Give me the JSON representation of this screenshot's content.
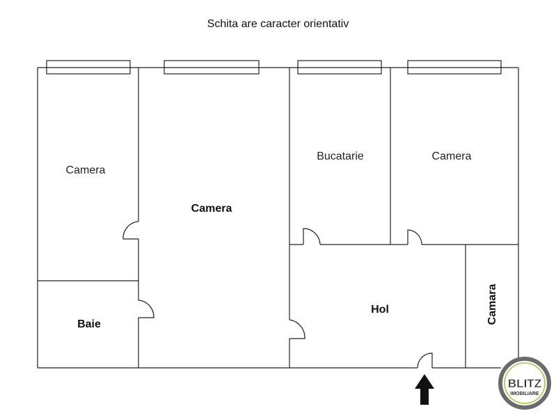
{
  "title": "Schita are caracter orientativ",
  "rooms": {
    "camera_left": "Camera",
    "camera_center": "Camera",
    "bucatarie": "Bucatarie",
    "camera_right": "Camera",
    "baie": "Baie",
    "hol": "Hol",
    "camara": "Camara"
  },
  "logo": {
    "name": "BLITZ",
    "tagline": "IMOBILIARE",
    "ring_color": "#6b6b6b",
    "accent_color": "#9cc83c"
  },
  "colors": {
    "walls": "#222222",
    "arrow": "#111111"
  }
}
